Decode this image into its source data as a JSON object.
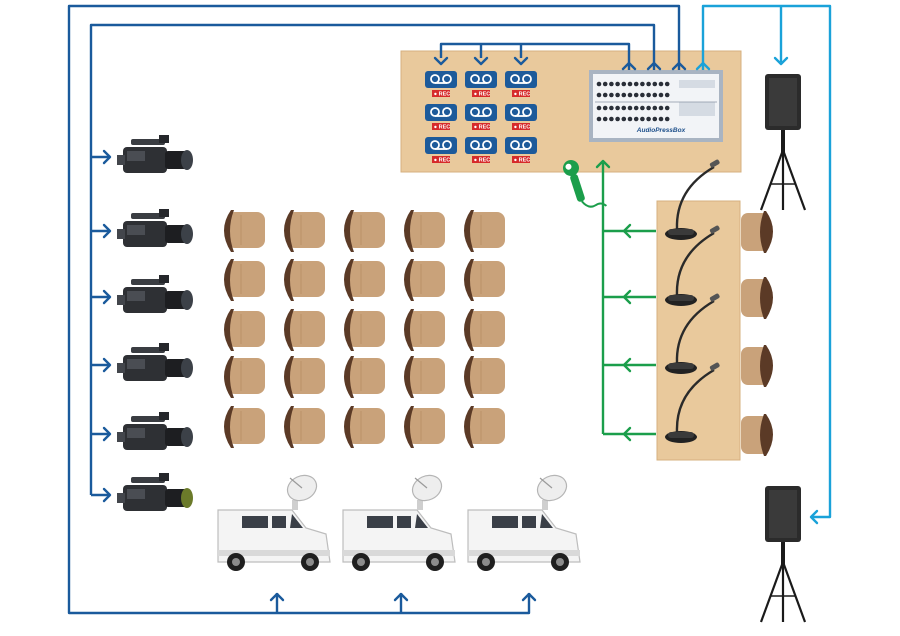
{
  "colors": {
    "feed_blue": "#1a5a9c",
    "speaker_cyan": "#1aa2d9",
    "mic_green": "#1b9e4b",
    "wood_table": "#e9c99c",
    "chair_light": "#c9a27a",
    "chair_dark": "#5b3a26",
    "rec_red": "#d62a2a",
    "recorder_blue": "#1d5a9a"
  },
  "press_box": {
    "brand": "AudioPressBox",
    "recorder_badge": "REC",
    "recorders": 9,
    "outputs_shown": 3
  },
  "cameras": {
    "count": 6,
    "icon": "video-camera-icon"
  },
  "audience": {
    "rows": 5,
    "columns": 5,
    "icon": "chair-icon"
  },
  "broadcast_vans": {
    "count": 3,
    "icon": "satellite-van-icon"
  },
  "panel": {
    "gooseneck_mics": 4,
    "chairs": 4,
    "handheld_mic": 1,
    "icon": "gooseneck-mic-icon"
  },
  "speakers": {
    "count": 2,
    "icon": "pa-speaker-icon"
  }
}
